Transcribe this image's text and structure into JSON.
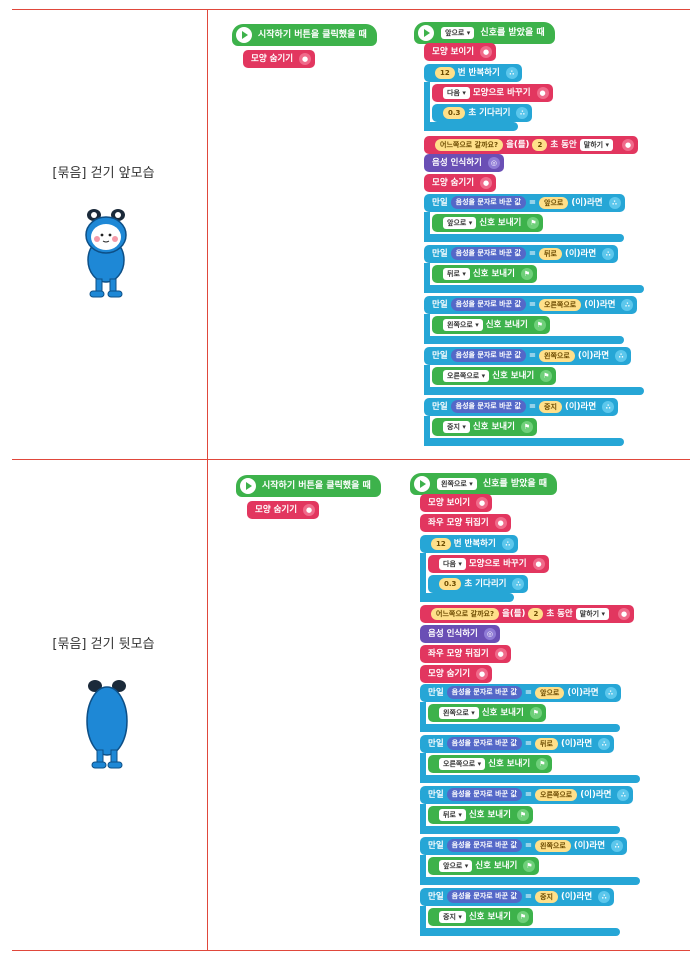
{
  "rows": [
    {
      "label": "[묶음] 걷기 앞모습",
      "script_start": {
        "hat": "시작하기 버튼을 클릭했을 때",
        "block": "모양 숨기기"
      },
      "script_main": {
        "hat_dropdown": "앞으로",
        "hat_text": "신호를 받았을 때",
        "show": "모양 보이기",
        "repeat_count": "12",
        "repeat_text": "번 반복하기",
        "next_dropdown": "다음",
        "next_text": "모양으로 바꾸기",
        "wait_value": "0.3",
        "wait_text": "초 기다리기",
        "ask_text": "어느쪽으로 갈까요?",
        "ask_mid": "을(를)",
        "ask_secs": "2",
        "ask_secs_text": "초 동안",
        "ask_mode": "말하기",
        "speech": "음성 인식하기",
        "hide": "모양 숨기기",
        "if_rows": [
          {
            "cond": "음성을 문자로 바꾼 값",
            "value": "앞으로",
            "send": "앞으로"
          },
          {
            "cond": "음성을 문자로 바꾼 값",
            "value": "뒤로",
            "send": "뒤로"
          },
          {
            "cond": "음성을 문자로 바꾼 값",
            "value": "오른쪽으로",
            "send": "왼쪽으로"
          },
          {
            "cond": "음성을 문자로 바꾼 값",
            "value": "왼쪽으로",
            "send": "오른쪽으로"
          },
          {
            "cond": "음성을 문자로 바꾼 값",
            "value": "중지",
            "send": "중지"
          }
        ]
      }
    },
    {
      "label": "[묶음] 걷기 뒷모습",
      "script_start": {
        "hat": "시작하기 버튼을 클릭했을 때",
        "block": "모양 숨기기"
      },
      "script_main": {
        "hat_dropdown": "왼쪽으로",
        "hat_text": "신호를 받았을 때",
        "show": "모양 보이기",
        "flip": "좌우 모양 뒤집기",
        "repeat_count": "12",
        "repeat_text": "번 반복하기",
        "next_dropdown": "다음",
        "next_text": "모양으로 바꾸기",
        "wait_value": "0.3",
        "wait_text": "초 기다리기",
        "ask_text": "어느쪽으로 갈까요?",
        "ask_mid": "을(를)",
        "ask_secs": "2",
        "ask_secs_text": "초 동안",
        "ask_mode": "말하기",
        "speech": "음성 인식하기",
        "flip2": "좌우 모양 뒤집기",
        "hide": "모양 숨기기",
        "if_rows": [
          {
            "cond": "음성을 문자로 바꾼 값",
            "value": "앞으로",
            "send": "왼쪽으로"
          },
          {
            "cond": "음성을 문자로 바꾼 값",
            "value": "뒤로",
            "send": "오른쪽으로"
          },
          {
            "cond": "음성을 문자로 바꾼 값",
            "value": "오른쪽으로",
            "send": "뒤로"
          },
          {
            "cond": "음성을 문자로 바꾼 값",
            "value": "왼쪽으로",
            "send": "앞으로"
          },
          {
            "cond": "음성을 문자로 바꾼 값",
            "value": "중지",
            "send": "중지"
          }
        ]
      }
    }
  ],
  "common": {
    "if_word": "만일",
    "then_word": "(이)라면",
    "eq": "=",
    "send_text": "신호 보내기",
    "dd_arrow": "▾"
  },
  "colors": {
    "border": "#e0473b",
    "pink": "#e2365f",
    "blue": "#26a6d6",
    "green": "#3db24b",
    "purple": "#6a4fb5"
  }
}
